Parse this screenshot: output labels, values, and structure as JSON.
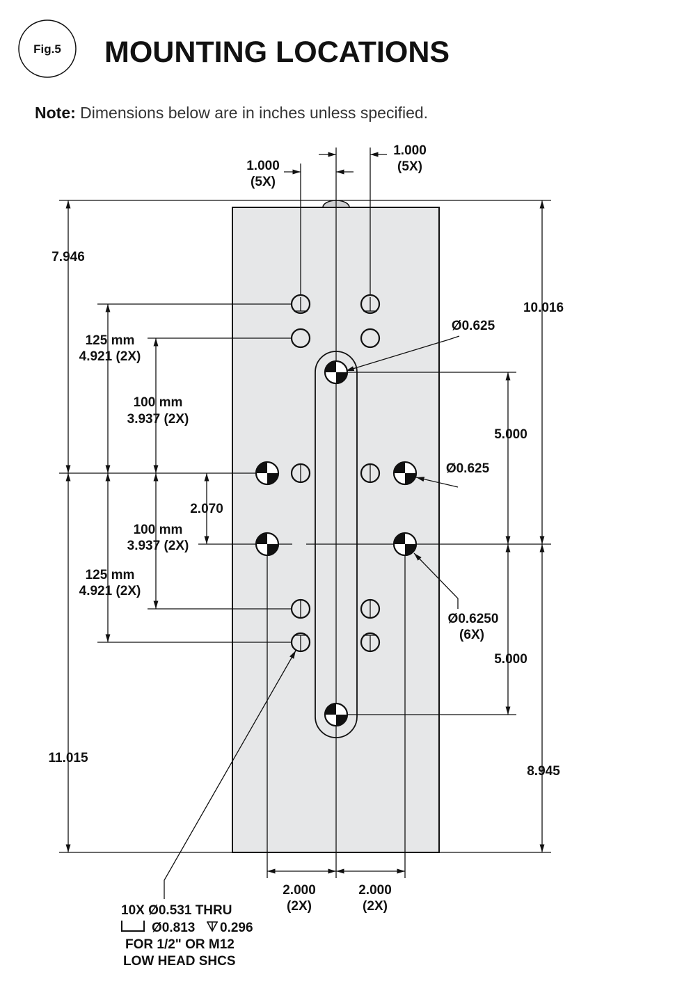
{
  "figure_label": "Fig.5",
  "title": "MOUNTING LOCATIONS",
  "note": {
    "label": "Note:",
    "text": " Dimensions below are in inches unless specified."
  },
  "dims": {
    "top_left": [
      "1.000",
      "(5X)"
    ],
    "top_right": [
      "1.000",
      "(5X)"
    ],
    "left_top": "7.946",
    "left_bottom": "11.015",
    "mm125_upper": [
      "125 mm",
      "4.921 (2X)"
    ],
    "mm100_upper": [
      "100 mm",
      "3.937 (2X)"
    ],
    "gap": "2.070",
    "mm100_lower": [
      "100 mm",
      "3.937 (2X)"
    ],
    "mm125_lower": [
      "125 mm",
      "4.921 (2X)"
    ],
    "right_top": "10.016",
    "right_bottom": "8.945",
    "slot_upper": "5.000",
    "slot_lower": "5.000",
    "bottom_left": [
      "2.000",
      "(2X)"
    ],
    "bottom_right": [
      "2.000",
      "(2X)"
    ],
    "dia_top": "Ø0.625",
    "dia_mid": "Ø0.625",
    "dia_6x": [
      "Ø0.6250",
      "(6X)"
    ]
  },
  "callout": [
    "10X Ø0.531  THRU",
    "Ø0.813",
    "0.296",
    "FOR 1/2\" OR M12",
    "LOW HEAD SHCS"
  ]
}
